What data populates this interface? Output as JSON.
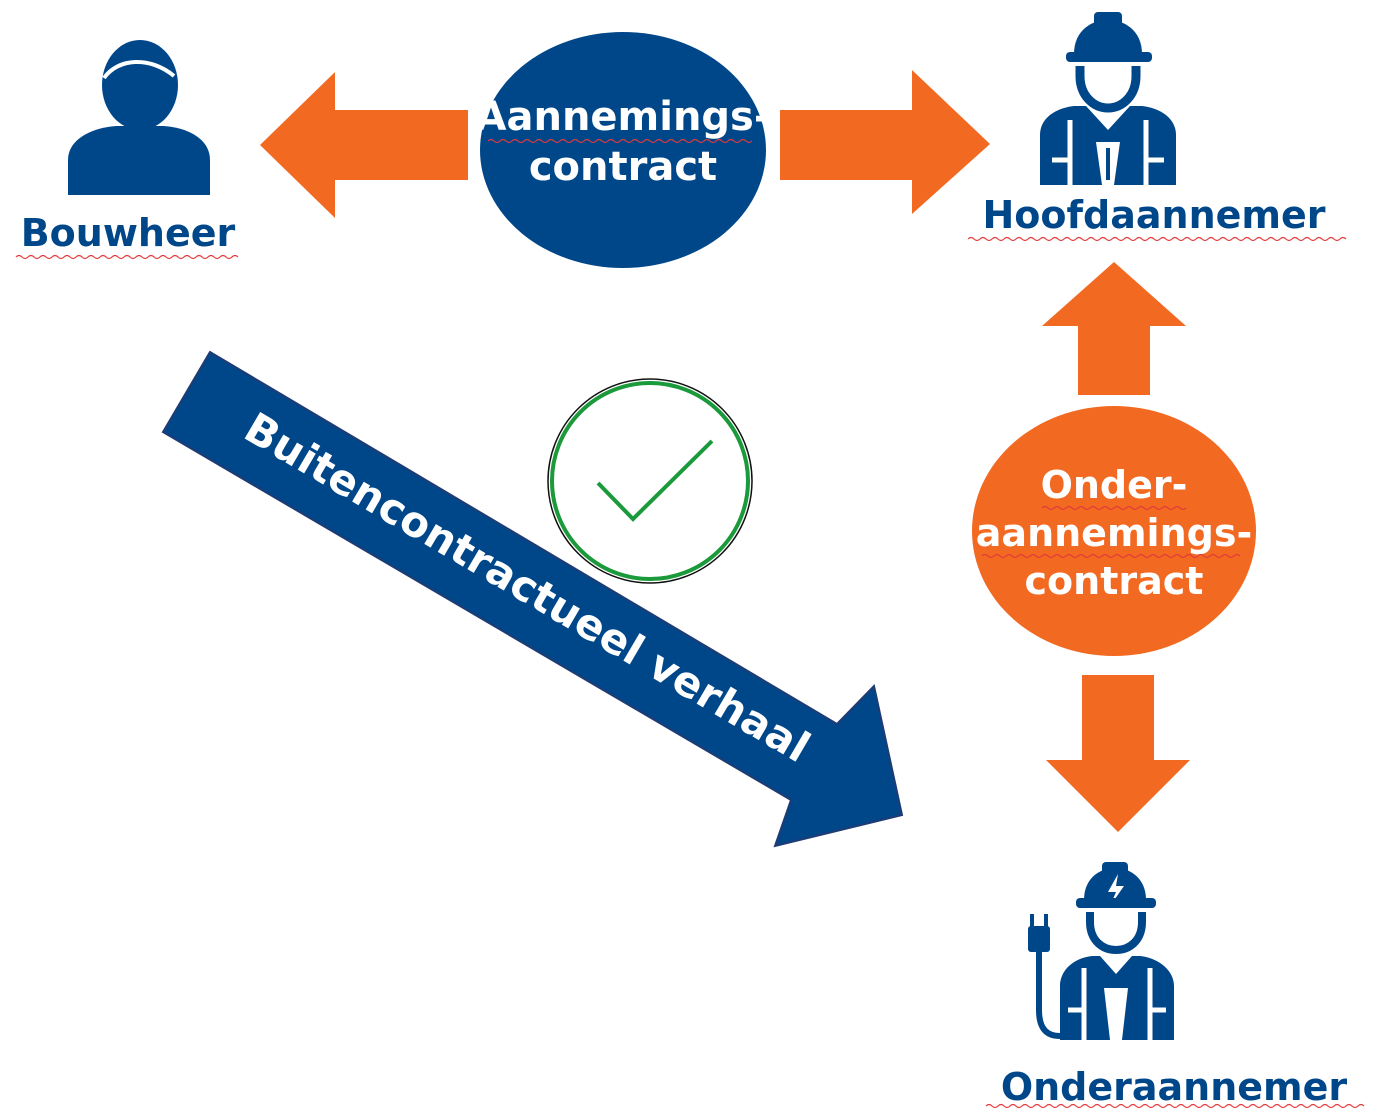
{
  "colors": {
    "navy": "#00478a",
    "orange": "#f26922",
    "white": "#ffffff",
    "check_green": "#1a9a3a",
    "spell_underline": "#e23a3a"
  },
  "nodes": {
    "bouwheer": {
      "label": "Bouwheer",
      "icon": "person-icon"
    },
    "hoofdaannemer": {
      "label": "Hoofdaannemer",
      "icon": "construction-worker-icon"
    },
    "onderaannemer": {
      "label": "Onderaannemer",
      "icon": "electrician-worker-icon"
    }
  },
  "contracts": {
    "main": {
      "line1": "Aannemings-",
      "line2": "contract"
    },
    "sub": {
      "line1": "Onder-",
      "line2": "aannemings-",
      "line3": "contract"
    }
  },
  "diagonal_arrow": {
    "label": "Buitencontractueel verhaal"
  },
  "check": {
    "icon": "checkmark-icon",
    "meaning": "approved"
  }
}
